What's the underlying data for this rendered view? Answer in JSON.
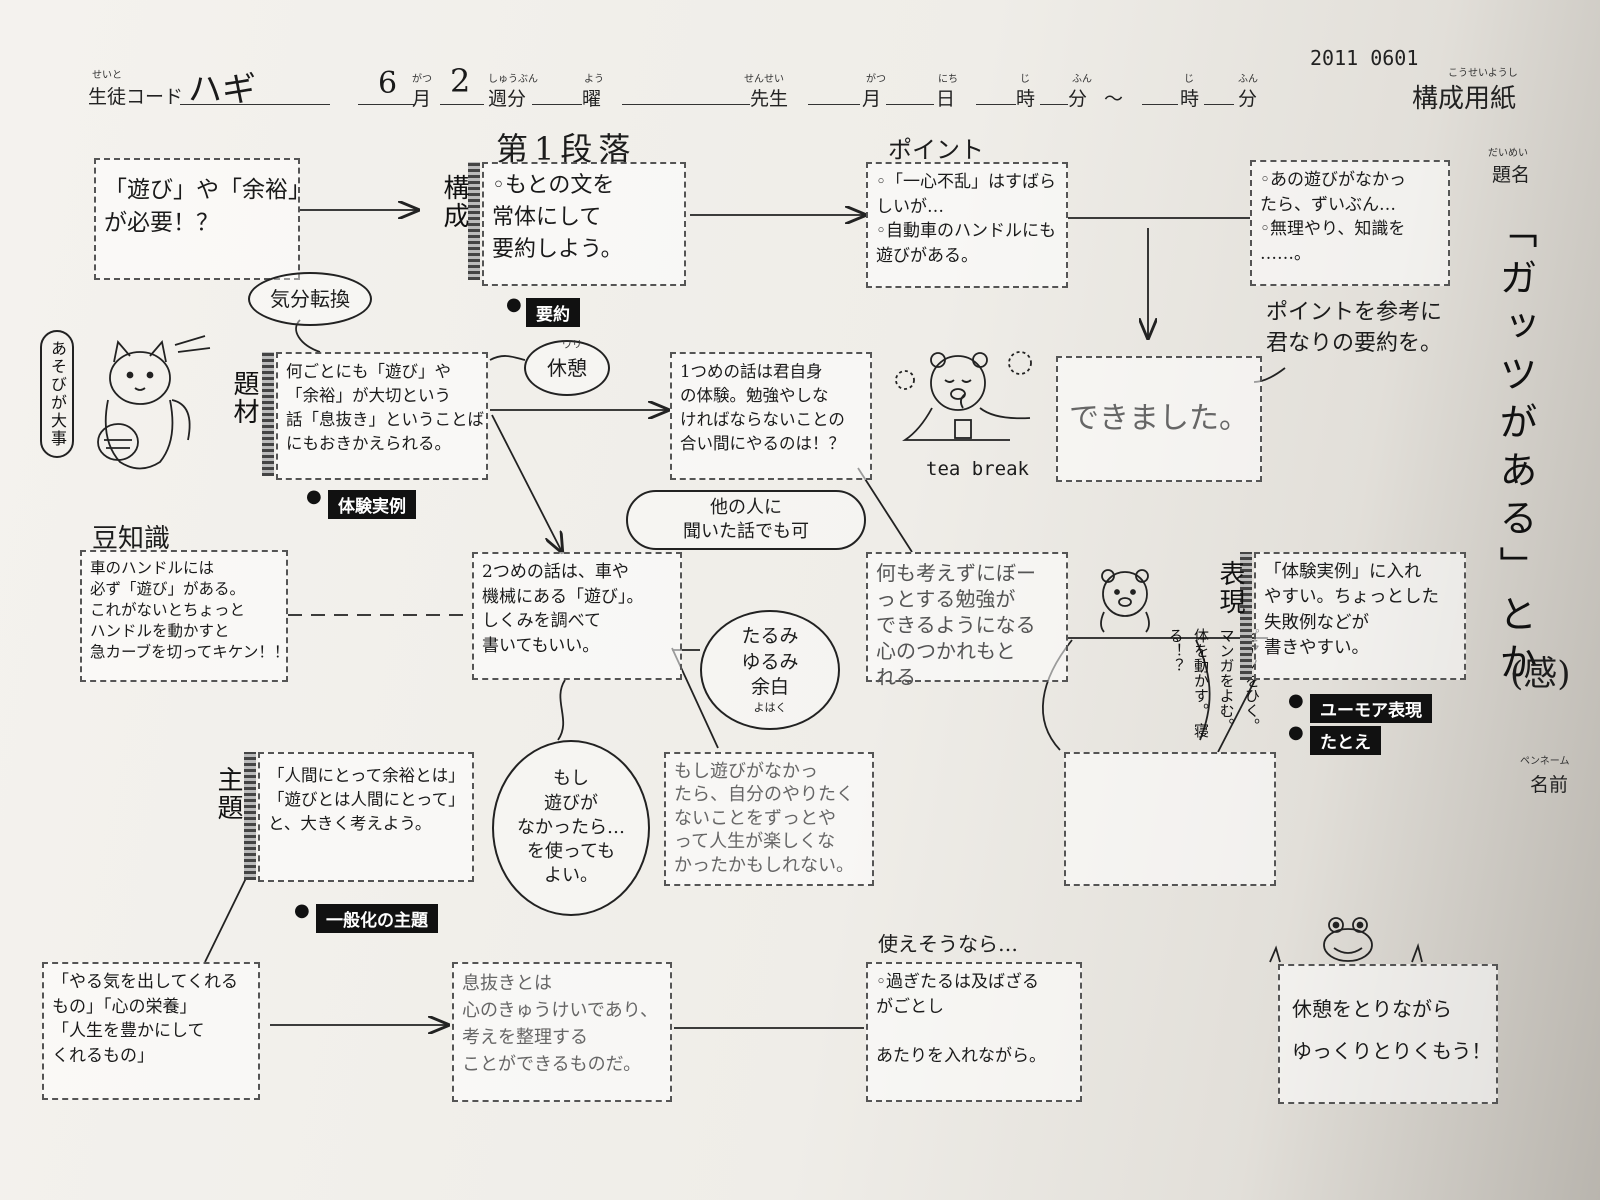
{
  "header": {
    "stamp": "2011 0601",
    "student_code_label": "生徒コード",
    "student_code_ruby": "せいと",
    "student_code_value": "ハギ",
    "month_value": "6",
    "month_label": "月",
    "month_ruby": "がつ",
    "week_value": "2",
    "week_label": "週分",
    "week_ruby": "しゅうぶん",
    "weekday_label": "曜",
    "weekday_ruby": "よう",
    "teacher_label": "先生",
    "teacher_ruby": "せんせい",
    "date_month_label": "月",
    "date_month_ruby": "がつ",
    "date_day_label": "日",
    "date_day_ruby": "にち",
    "hour_label": "時",
    "hour_ruby": "じ",
    "minute_label": "分",
    "minute_ruby": "ふん",
    "tilde": "～",
    "hour2_label": "時",
    "hour2_ruby": "じ",
    "minute2_label": "分",
    "minute2_ruby": "ふん",
    "sheet_title": "構成用紙",
    "sheet_title_ruby": "こうせいようし"
  },
  "side": {
    "title_label": "題名",
    "title_ruby": "だいめい",
    "title_text": "「ガッツがある」とか",
    "title_extra": "(感)",
    "penname_ruby": "ペンネーム",
    "name_label": "名前"
  },
  "row1": {
    "question": [
      "「遊び」や「余裕」",
      "が必要！？"
    ],
    "paragraph_heading": "第1段落",
    "structure_label": "構成",
    "intro_box": [
      "◦もとの文を",
      "常体にして",
      "要約しよう。"
    ],
    "summary_tag": "要約",
    "point_heading": "ポイント",
    "point_box": [
      "◦「一心不乱」はすばら",
      "しいが…",
      "◦自動車のハンドルにも",
      "遊びがある。"
    ],
    "tip_box": [
      "◦あの遊びがなかっ",
      "たら、ずいぶん…",
      "◦無理やり、知識を",
      "……。"
    ],
    "summary_hint": [
      "ポイントを参考に",
      "君なりの要約を。"
    ],
    "done_box": "できました。"
  },
  "row2": {
    "mood_bubble": "気分転換",
    "cat_caption": "あそびが大事",
    "material_label": "題材",
    "material_box": [
      "何ごとにも「遊び」や",
      "「余裕」が大切という",
      "話「息抜き」ということば",
      "にもおきかえられる。"
    ],
    "break_bubble": "休憩",
    "break_ruby": "ワリ",
    "exp_tag": "体験実例",
    "first_story_box": [
      "1つめの話は君自身",
      "の体験。勉強やしな",
      "ければならないことの",
      "合い間にやるのは！？"
    ],
    "tea_break": "tea break"
  },
  "row3": {
    "trivia_heading": "豆知識",
    "trivia_box": [
      "車のハンドルには",
      "必ず「遊び」がある。",
      "これがないとちょっと",
      "ハンドルを動かすと",
      "急カーブを切ってキケン！！"
    ],
    "others_bubble": [
      "他の人に",
      "聞いた話でも可"
    ],
    "second_story_box": [
      "2つめの話は、車や",
      "機械にある「遊び」。",
      "しくみを調べて",
      "書いてもいい。"
    ],
    "slack_cloud": [
      "たるみ",
      "ゆるみ",
      "余白"
    ],
    "slack_note": "よはく",
    "mindless_box": [
      "何も考えずにぼー",
      "っとする勉強が",
      "できるようになる",
      "心のつかれもと",
      "れる"
    ],
    "bear_notes": [
      "ピアノをひく。",
      "マンガをよむ。",
      "体を動かす。",
      "寝る！？"
    ],
    "expression_label": "表現",
    "expression_box": [
      "「体験実例」に入れ",
      "やすい。ちょっとした",
      "失敗例などが",
      "書きやすい。"
    ],
    "humor_tag": "ユーモア表現",
    "metaphor_tag": "たとえ"
  },
  "row4": {
    "theme_label": "主題",
    "theme_box": [
      "「人間にとって余裕とは」",
      "「遊びとは人間にとって」",
      "と、大きく考えよう。"
    ],
    "general_tag": "一般化の主題",
    "if_cloud": [
      "もし",
      "遊びが",
      "なかったら…",
      "を使っても",
      "よい。"
    ],
    "if_box": [
      "もし遊びがなかっ",
      "たら、自分のやりたく",
      "ないことをずっとや",
      "って人生が楽しくな",
      "かったかもしれない。"
    ]
  },
  "row5": {
    "nourish_box": [
      "「やる気を出してくれる",
      "もの」「心の栄養」",
      "「人生を豊かにして",
      "くれるもの」"
    ],
    "breath_box": [
      "息抜きとは",
      "心のきゅうけいであり、",
      "考えを整理する",
      "ことができるものだ。"
    ],
    "usable_heading": "使えそうなら…",
    "proverb_box": [
      "◦過ぎたるは及ばざる",
      "がごとし",
      "",
      "あたりを入れながら。"
    ],
    "final_box": [
      "休憩をとりながら",
      "ゆっくりとりくもう！"
    ]
  }
}
